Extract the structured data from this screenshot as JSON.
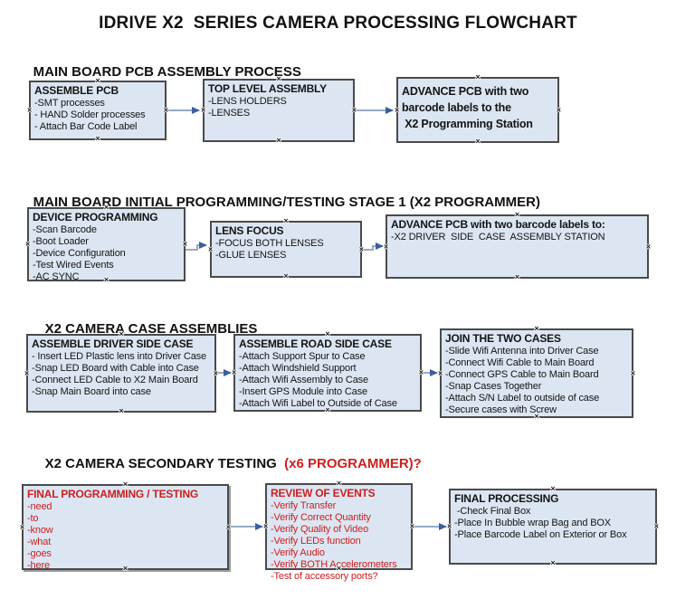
{
  "page": {
    "title": "IDRIVE X2  SERIES CAMERA PROCESSING FLOWCHART"
  },
  "colors": {
    "box_fill": "#dce6f2",
    "box_border": "#4a4a4a",
    "connector_line": "#97a9c4",
    "connector_arrow": "#3a5f9e",
    "red_text": "#cc2020",
    "black_text": "#141414"
  },
  "icons": {
    "anchor_glyph": "×"
  },
  "sections": [
    {
      "heading": "MAIN BOARD PCB ASSEMBLY PROCESS",
      "boxes": [
        {
          "title": "ASSEMBLE PCB",
          "items": [
            "-SMT processes",
            "- HAND Solder processes",
            "- Attach Bar Code Label"
          ]
        },
        {
          "title": "TOP LEVEL ASSEMBLY",
          "items": [
            "-LENS HOLDERS",
            "-LENSES"
          ]
        },
        {
          "title": "ADVANCE PCB with two\nbarcode labels to the\n X2 Programming Station",
          "items": []
        }
      ]
    },
    {
      "heading": "MAIN BOARD INITIAL PROGRAMMING/TESTING STAGE 1 (X2 PROGRAMMER)",
      "boxes": [
        {
          "title": "DEVICE PROGRAMMING",
          "items": [
            "-Scan Barcode",
            "-Boot Loader",
            "-Device Configuration",
            "-Test Wired Events",
            "-AC SYNC"
          ]
        },
        {
          "title": "LENS FOCUS",
          "items": [
            "-FOCUS BOTH LENSES",
            "-GLUE LENSES"
          ]
        },
        {
          "title": "ADVANCE PCB with two barcode labels to:",
          "items": [
            "-X2 DRIVER  SIDE  CASE  ASSEMBLY STATION"
          ]
        }
      ]
    },
    {
      "heading": "X2 CAMERA CASE ASSEMBLIES",
      "boxes": [
        {
          "title": "ASSEMBLE DRIVER SIDE CASE",
          "items": [
            "- Insert LED Plastic lens into Driver Case",
            "-Snap LED Board with Cable into Case",
            "-Connect LED Cable to X2 Main Board",
            "-Snap Main Board into case"
          ]
        },
        {
          "title": "ASSEMBLE ROAD SIDE CASE",
          "items": [
            "-Attach Support Spur to Case",
            "-Attach Windshield Support",
            "-Attach Wifi Assembly to Case",
            "-Insert GPS Module into Case",
            "-Attach Wifi Label to Outside of Case"
          ]
        },
        {
          "title": "JOIN THE TWO CASES",
          "items": [
            "-Slide Wifi Antenna into Driver Case",
            "-Connect Wifi Cable to Main Board",
            "-Connect GPS Cable to Main Board",
            "-Snap Cases Together",
            "-Attach S/N Label to outside of case",
            "-Secure cases with Screw"
          ]
        }
      ]
    },
    {
      "heading": "X2 CAMERA SECONDARY TESTING",
      "heading_red": "  (x6 PROGRAMMER)?",
      "boxes": [
        {
          "title": "FINAL PROGRAMMING / TESTING",
          "items": [
            "-need",
            "-to",
            "-know",
            "-what",
            "-goes",
            "-here"
          ]
        },
        {
          "title": "REVIEW OF EVENTS",
          "items": [
            "-Verify Transfer",
            "-Verify Correct Quantity",
            "-Verify Quality of Video",
            "-Verify LEDs function",
            "-Verify Audio",
            "-Verify BOTH Accelerometers",
            "-Test of accessory ports?"
          ]
        },
        {
          "title": "FINAL PROCESSING",
          "items": [
            " -Check Final Box",
            "-Place In Bubble wrap Bag and BOX",
            "-Place Barcode Label on Exterior or Box"
          ]
        }
      ]
    }
  ]
}
